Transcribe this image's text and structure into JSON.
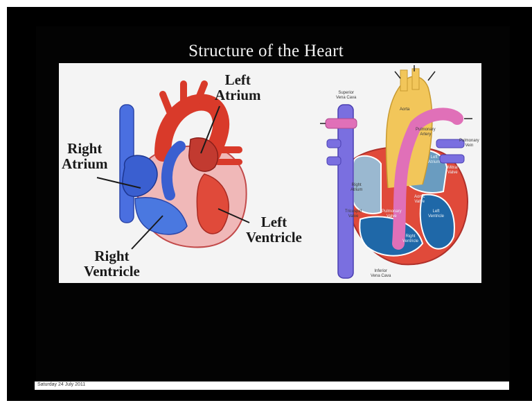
{
  "slide": {
    "title": "Structure of the Heart",
    "footer_date": "Saturday 24 July 2011"
  },
  "left_diagram": {
    "labels": {
      "left_atrium": [
        "Left",
        "Atrium"
      ],
      "right_atrium": [
        "Right",
        "Atrium"
      ],
      "left_ventricle": [
        "Left",
        "Ventricle"
      ],
      "right_ventricle": [
        "Right",
        "Ventricle"
      ]
    }
  },
  "right_diagram": {
    "labels": {
      "superior_vena_cava": [
        "Superior",
        "Vena Cava"
      ],
      "aorta": "Aorta",
      "pulmonary_artery": [
        "Pulmonary",
        "Artery"
      ],
      "pulmonary_vein": [
        "Pulmonary",
        "Vein"
      ],
      "left_atrium": [
        "Left",
        "Atrium"
      ],
      "mitral_valve": [
        "Mitral",
        "Valve"
      ],
      "right_atrium": [
        "Right",
        "Atrium"
      ],
      "aortic_valve": [
        "Aortic",
        "Valve"
      ],
      "tricuspid_valve": [
        "Tricuspid",
        "Valve"
      ],
      "pulmonary_valve": [
        "Pulmonary",
        "Valve"
      ],
      "left_ventricle": [
        "Left",
        "Ventricle"
      ],
      "right_ventricle": [
        "Right",
        "Ventricle"
      ],
      "inferior_vena_cava": [
        "Inferior",
        "Vena Cava"
      ]
    }
  },
  "colors": {
    "background": "#000000",
    "panel": "#f4f4f4",
    "oxygenated": "#d9362a",
    "deoxygenated": "#3a5fd0",
    "aorta": "#f2c65a",
    "pulmonary_artery": "#e070b8",
    "vena_cava": "#7a6fe0",
    "chamber_blue": "#1f68a8"
  }
}
